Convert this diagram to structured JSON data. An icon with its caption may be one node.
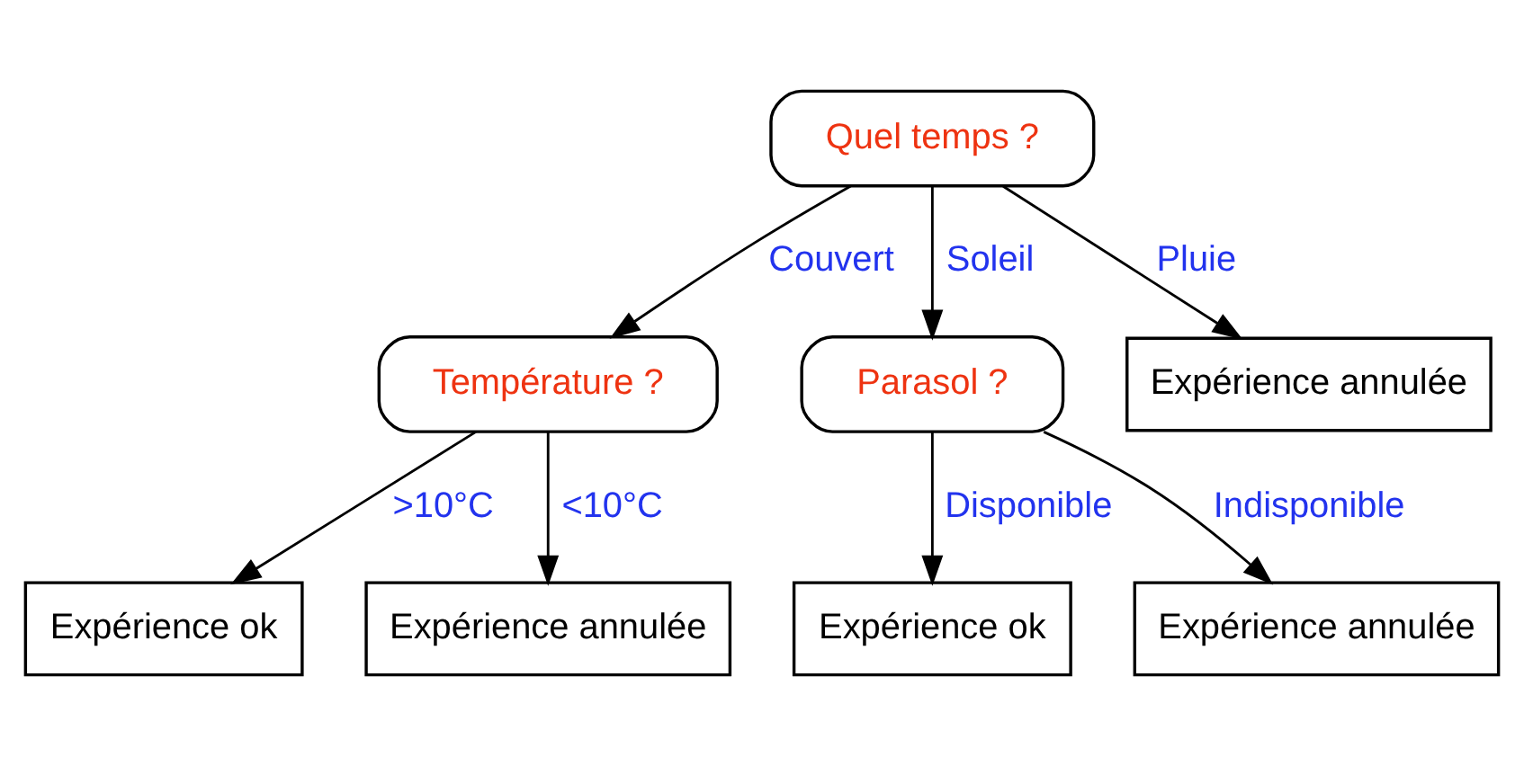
{
  "diagram": {
    "nodes": [
      {
        "text": [
          "Quel temps ?"
        ]
      },
      {
        "text": [
          "Température ?"
        ]
      },
      {
        "text": [
          "Parasol ?"
        ]
      },
      {
        "text": [
          "Expérience annulée"
        ]
      },
      {
        "text": [
          "Expérience ok"
        ]
      },
      {
        "text": [
          "Expérience annulée"
        ]
      },
      {
        "text": [
          "Expérience ok"
        ]
      },
      {
        "text": [
          "Expérience annulée"
        ]
      }
    ],
    "edges": [
      {
        "from": 0,
        "to": 1,
        "arrow": "to",
        "label": "Couvert"
      },
      {
        "from": 0,
        "to": 2,
        "arrow": "to",
        "label": "Soleil"
      },
      {
        "from": 0,
        "to": 3,
        "arrow": "to",
        "label": "Pluie"
      },
      {
        "from": 1,
        "to": 4,
        "arrow": "to",
        "label": ">10°C"
      },
      {
        "from": 1,
        "to": 5,
        "arrow": "to",
        "label": "<10°C"
      },
      {
        "from": 2,
        "to": 6,
        "arrow": "to",
        "label": "Disponible"
      },
      {
        "from": 2,
        "to": 7,
        "arrow": "to",
        "label": "Indisponible"
      }
    ]
  }
}
